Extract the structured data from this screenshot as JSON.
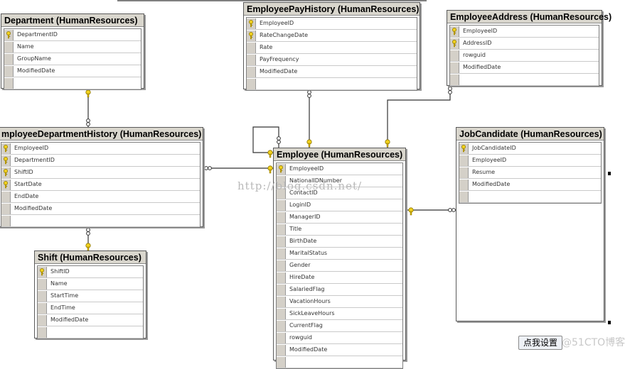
{
  "tables": {
    "department": {
      "title": "Department (HumanResources)",
      "columns": [
        {
          "name": "DepartmentID",
          "key": true
        },
        {
          "name": "Name",
          "key": false
        },
        {
          "name": "GroupName",
          "key": false
        },
        {
          "name": "ModifiedDate",
          "key": false
        }
      ]
    },
    "employee_pay_history": {
      "title": "EmployeePayHistory (HumanResources)",
      "columns": [
        {
          "name": "EmployeeID",
          "key": true
        },
        {
          "name": "RateChangeDate",
          "key": true
        },
        {
          "name": "Rate",
          "key": false
        },
        {
          "name": "PayFrequency",
          "key": false
        },
        {
          "name": "ModifiedDate",
          "key": false
        }
      ]
    },
    "employee_address": {
      "title": "EmployeeAddress (HumanResources)",
      "columns": [
        {
          "name": "EmployeeID",
          "key": true
        },
        {
          "name": "AddressID",
          "key": true
        },
        {
          "name": "rowguid",
          "key": false
        },
        {
          "name": "ModifiedDate",
          "key": false
        }
      ]
    },
    "employee_department_history": {
      "title": "mployeeDepartmentHistory (HumanResources)",
      "columns": [
        {
          "name": "EmployeeID",
          "key": true
        },
        {
          "name": "DepartmentID",
          "key": true
        },
        {
          "name": "ShiftID",
          "key": true
        },
        {
          "name": "StartDate",
          "key": true
        },
        {
          "name": "EndDate",
          "key": false
        },
        {
          "name": "ModifiedDate",
          "key": false
        }
      ]
    },
    "employee": {
      "title": "Employee (HumanResources)",
      "columns": [
        {
          "name": "EmployeeID",
          "key": true
        },
        {
          "name": "NationalIDNumber",
          "key": false
        },
        {
          "name": "ContactID",
          "key": false
        },
        {
          "name": "LoginID",
          "key": false
        },
        {
          "name": "ManagerID",
          "key": false
        },
        {
          "name": "Title",
          "key": false
        },
        {
          "name": "BirthDate",
          "key": false
        },
        {
          "name": "MaritalStatus",
          "key": false
        },
        {
          "name": "Gender",
          "key": false
        },
        {
          "name": "HireDate",
          "key": false
        },
        {
          "name": "SalariedFlag",
          "key": false
        },
        {
          "name": "VacationHours",
          "key": false
        },
        {
          "name": "SickLeaveHours",
          "key": false
        },
        {
          "name": "CurrentFlag",
          "key": false
        },
        {
          "name": "rowguid",
          "key": false
        },
        {
          "name": "ModifiedDate",
          "key": false
        }
      ]
    },
    "job_candidate": {
      "title": "JobCandidate (HumanResources)",
      "columns": [
        {
          "name": "JobCandidateID",
          "key": true
        },
        {
          "name": "EmployeeID",
          "key": false
        },
        {
          "name": "Resume",
          "key": false
        },
        {
          "name": "ModifiedDate",
          "key": false
        }
      ]
    },
    "shift": {
      "title": "Shift (HumanResources)",
      "columns": [
        {
          "name": "ShiftID",
          "key": true
        },
        {
          "name": "Name",
          "key": false
        },
        {
          "name": "StartTime",
          "key": false
        },
        {
          "name": "EndTime",
          "key": false
        },
        {
          "name": "ModifiedDate",
          "key": false
        }
      ]
    }
  },
  "watermark": "http://blog.csdn.net/",
  "settings_button": "点我设置",
  "blog_mark": "@51CTO博客"
}
